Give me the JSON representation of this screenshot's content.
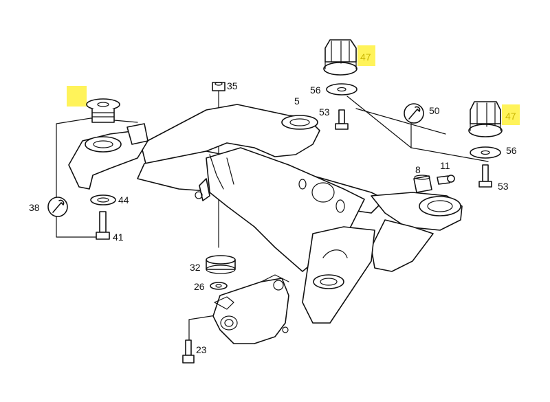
{
  "labels": {
    "p5": "5",
    "p8": "8",
    "p11": "11",
    "p23": "23",
    "p26": "26",
    "p32": "32",
    "p35": "35",
    "p38": "38",
    "p41": "41",
    "p44": "44",
    "p47_top": "47",
    "p47_right": "47",
    "p50": "50",
    "p53_center": "53",
    "p53_right": "53",
    "p56_top": "56",
    "p56_right": "56"
  },
  "colors": {
    "highlight": "#fff35a",
    "highlight_text": "#c9b400",
    "line": "#111111"
  },
  "icons": [
    "wrench-icon-38",
    "wrench-icon-50"
  ]
}
